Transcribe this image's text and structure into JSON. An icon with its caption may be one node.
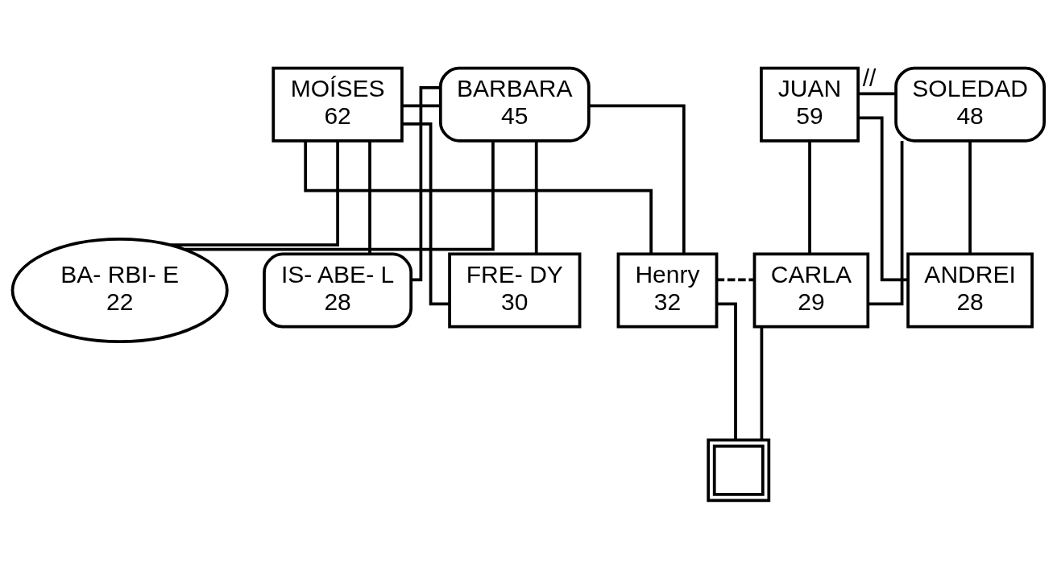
{
  "diagram": {
    "nodes": [
      {
        "text": [
          "MOÍSES",
          "62"
        ]
      },
      {
        "text": [
          "BARBARA",
          "45"
        ]
      },
      {
        "text": [
          "JUAN",
          "59"
        ]
      },
      {
        "text": [
          "SOLEDAD",
          "48"
        ]
      },
      {
        "text": [
          "BA- RBI- E",
          "22"
        ]
      },
      {
        "text": [
          "IS- ABE- L",
          "28"
        ]
      },
      {
        "text": [
          "FRE- DY",
          "30"
        ]
      },
      {
        "text": [
          "Henry",
          "32"
        ]
      },
      {
        "text": [
          "CARLA",
          "29"
        ]
      },
      {
        "text": [
          "ANDREI",
          "28"
        ]
      },
      {
        "text": [],
        "shape": "box"
      }
    ],
    "edges": [
      {
        "from": 0,
        "to": 1,
        "arrow": "none"
      },
      {
        "from": 0,
        "to": 4,
        "arrow": "none"
      },
      {
        "from": 0,
        "to": 5,
        "arrow": "none"
      },
      {
        "from": 0,
        "to": 6,
        "arrow": "none"
      },
      {
        "from": 0,
        "to": 7,
        "arrow": "none"
      },
      {
        "from": 1,
        "to": 4,
        "arrow": "none"
      },
      {
        "from": 1,
        "to": 5,
        "arrow": "none"
      },
      {
        "from": 1,
        "to": 6,
        "arrow": "none"
      },
      {
        "from": 1,
        "to": 7,
        "arrow": "none"
      },
      {
        "from": 2,
        "to": 3,
        "label": "//",
        "arrow": "none"
      },
      {
        "from": 2,
        "to": 8,
        "arrow": "none"
      },
      {
        "from": 2,
        "to": 9,
        "arrow": "none"
      },
      {
        "from": 3,
        "to": 8,
        "arrow": "none"
      },
      {
        "from": 3,
        "to": 9,
        "arrow": "none"
      },
      {
        "from": 7,
        "to": 8,
        "arrow": "none",
        "style": "dashed"
      },
      {
        "from": 7,
        "to": 10,
        "arrow": "none"
      },
      {
        "from": 8,
        "to": 10,
        "arrow": "none"
      }
    ]
  }
}
